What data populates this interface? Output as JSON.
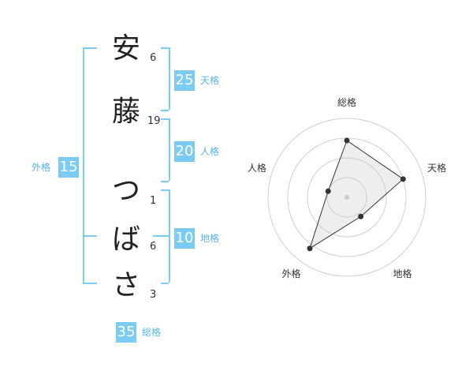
{
  "name": {
    "chars": [
      {
        "char": "安",
        "strokes": "6"
      },
      {
        "char": "藤",
        "strokes": "19"
      },
      {
        "char": "つ",
        "strokes": "1"
      },
      {
        "char": "ば",
        "strokes": "6"
      },
      {
        "char": "さ",
        "strokes": "3"
      }
    ]
  },
  "fortune": {
    "tenkaku": {
      "value": "25",
      "label": "天格"
    },
    "jinkaku": {
      "value": "20",
      "label": "人格"
    },
    "chikaku": {
      "value": "10",
      "label": "地格"
    },
    "gaikaku": {
      "value": "15",
      "label": "外格"
    },
    "soukaku": {
      "value": "35",
      "label": "総格"
    }
  },
  "colors": {
    "accent": "#7ccbf3",
    "accent_text": "#55b5e6"
  },
  "chart_data": {
    "type": "radar",
    "axes": [
      "総格",
      "天格",
      "地格",
      "外格",
      "人格"
    ],
    "values": [
      0.72,
      0.75,
      0.3,
      0.8,
      0.25
    ],
    "rings": 4
  }
}
